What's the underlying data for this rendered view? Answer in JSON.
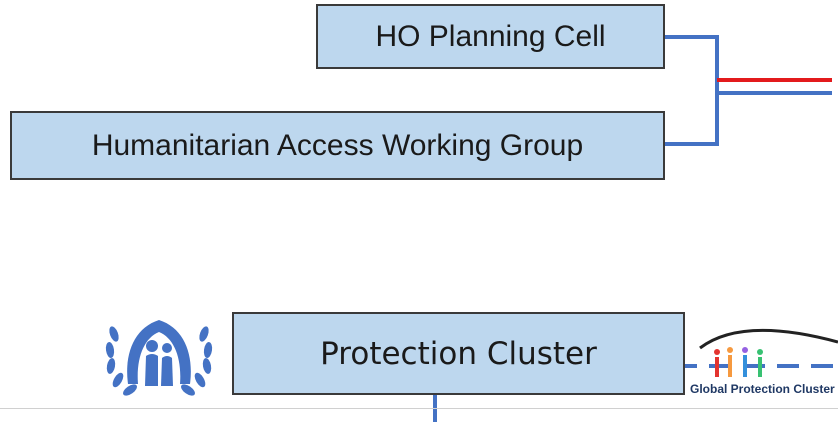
{
  "boxes": {
    "planning": "HO Planning Cell",
    "hawg": "Humanitarian Access Working Group",
    "protection": "Protection Cluster"
  },
  "logos": {
    "unhcr": "unhcr-emblem",
    "gpc_text": "Global Protection Cluster"
  },
  "colors": {
    "box_fill": "#bdd7ee",
    "box_border": "#3a3a3a",
    "connector": "#4472c4",
    "red_line": "#e31a1c"
  }
}
